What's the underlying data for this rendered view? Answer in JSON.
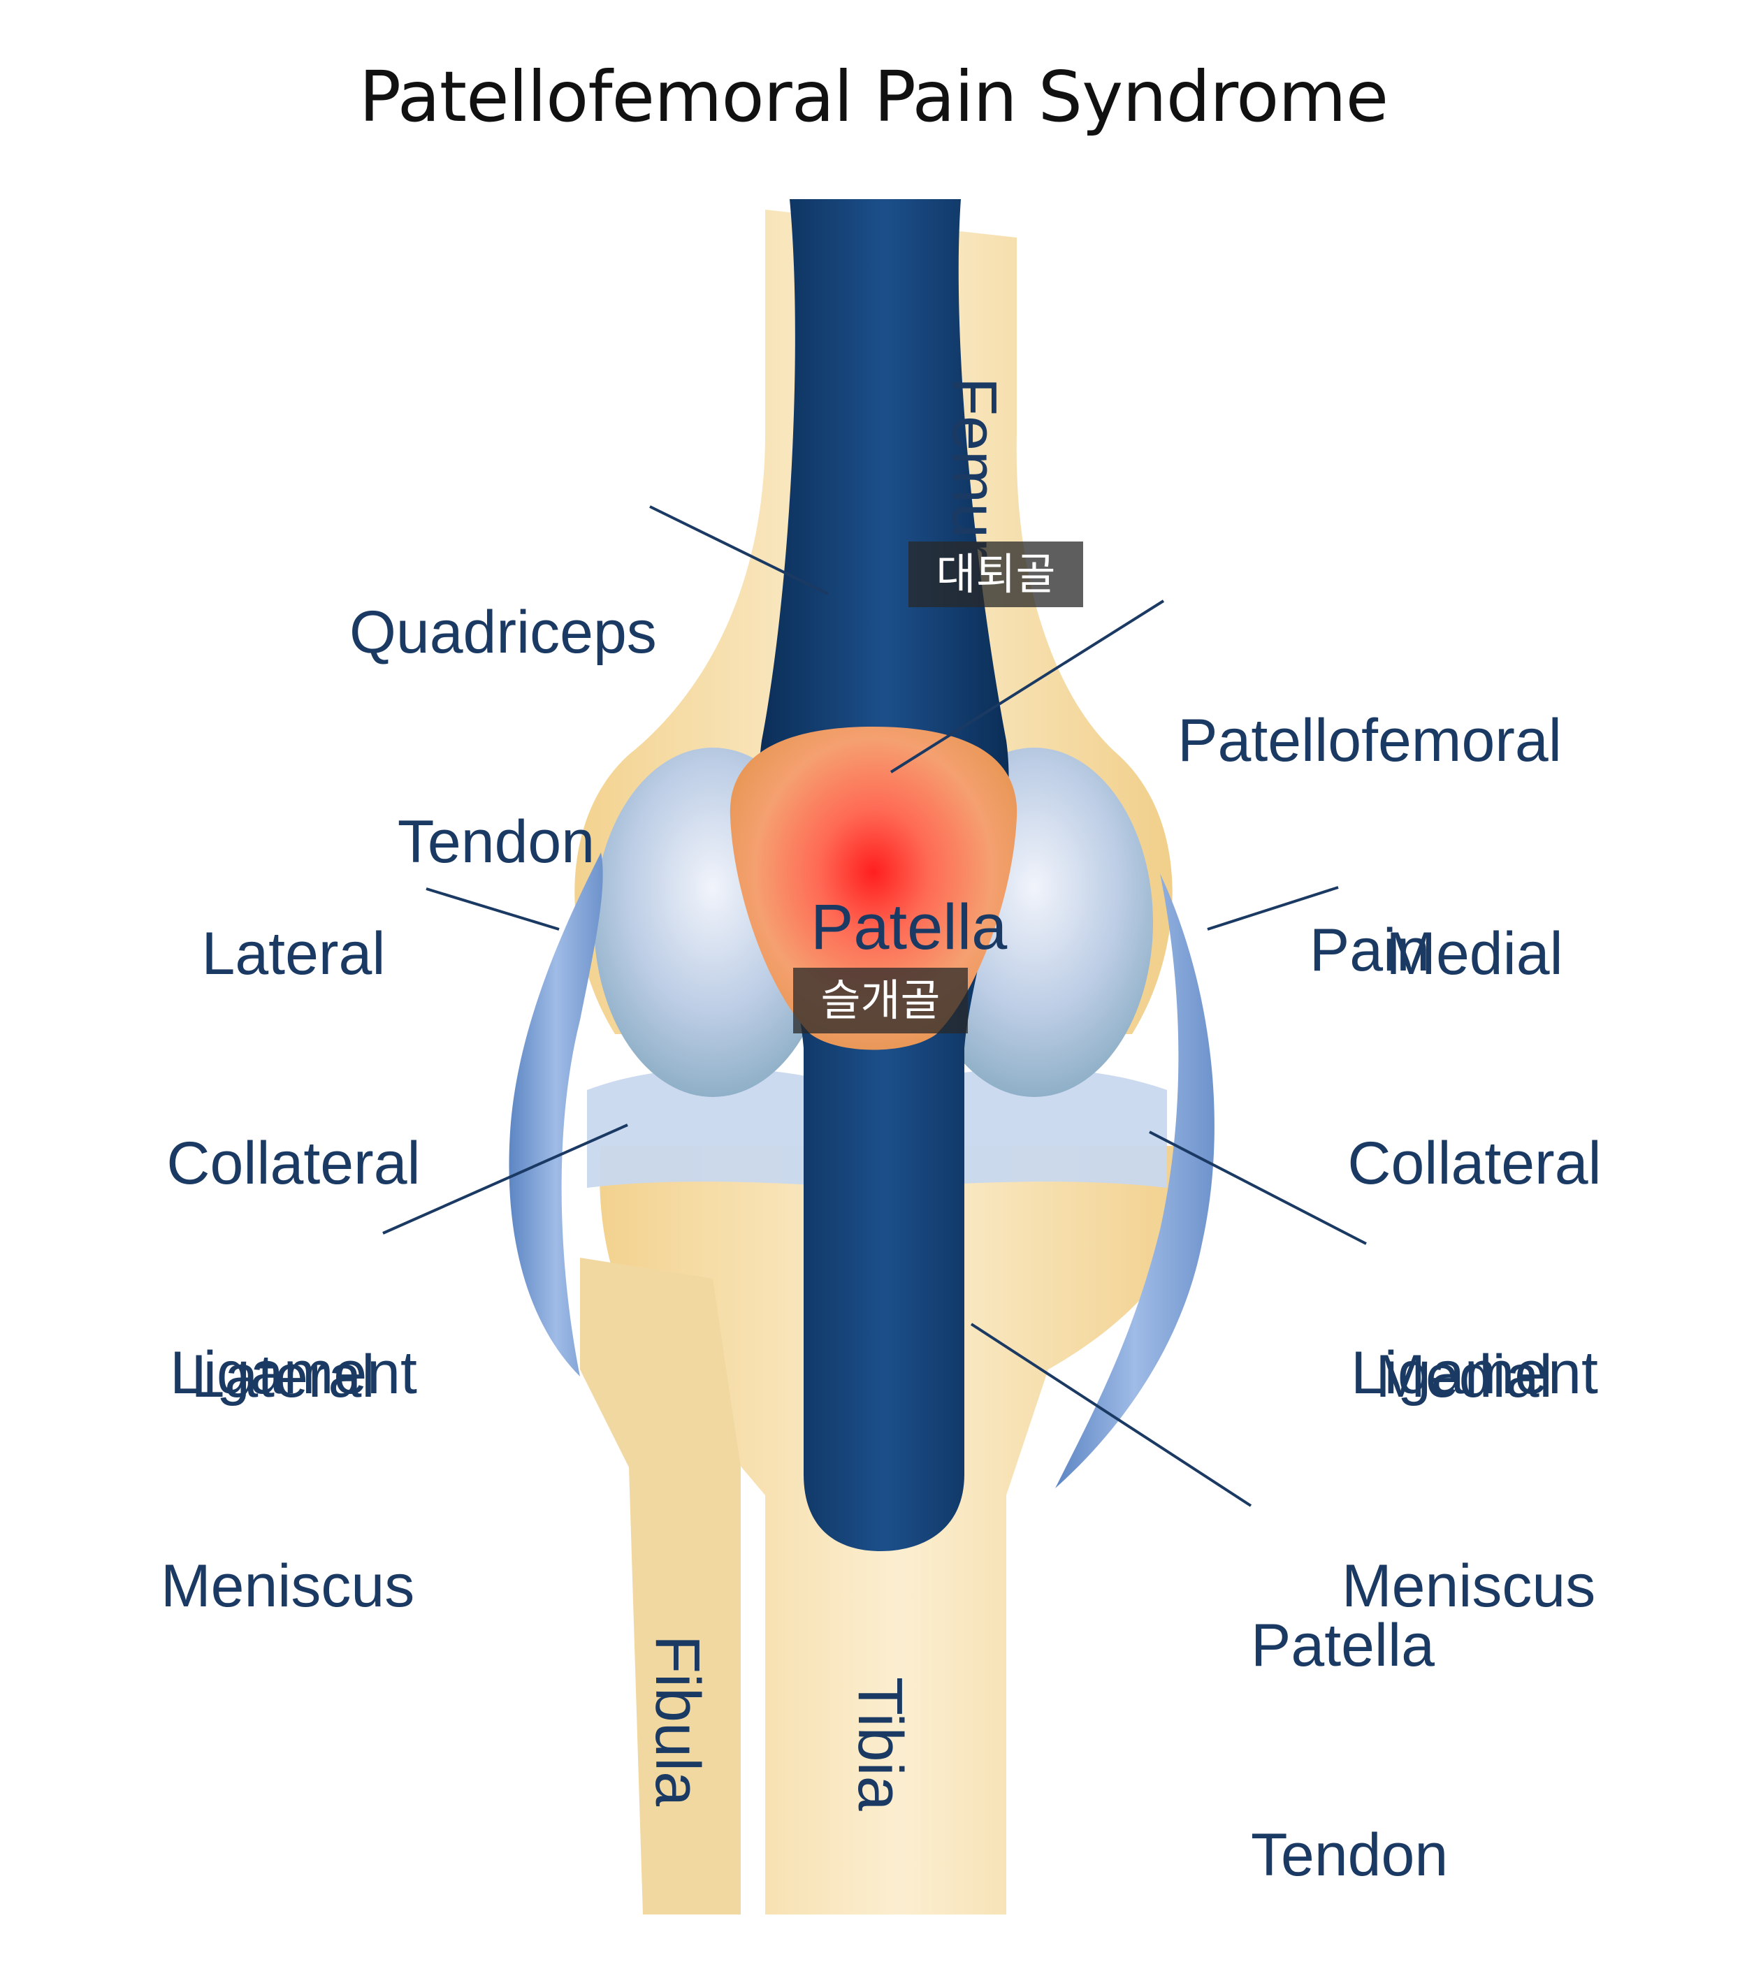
{
  "title": "Patellofemoral Pain Syndrome",
  "labels": {
    "quadriceps_tendon": [
      "Quadriceps",
      "Tendon"
    ],
    "patellofemoral_pain": [
      "Patellofemoral",
      "Pain"
    ],
    "lateral_collateral_ligament": [
      "Lateral",
      "Collateral",
      "Ligament"
    ],
    "medial_collateral_ligament": [
      "Medial",
      "Collateral",
      "Ligament"
    ],
    "lateral_meniscus": [
      "Lateral",
      "Meniscus"
    ],
    "medial_meniscus": [
      "Medial",
      "Meniscus"
    ],
    "patella_tendon": [
      "Patella",
      "Tendon"
    ],
    "femur": "Femur",
    "fibula": "Fibula",
    "tibia": "Tibia",
    "patella": "Patella"
  },
  "korean": {
    "femur": "대퇴골",
    "patella": "슬개골"
  },
  "colors": {
    "bone": "#f7e3b0",
    "tendon": "#0f3a6b",
    "ligament": "#7f9fd0",
    "cartilage": "#c7d7ea",
    "pain": "#ff2a2a",
    "label_text": "#1b3a63"
  }
}
